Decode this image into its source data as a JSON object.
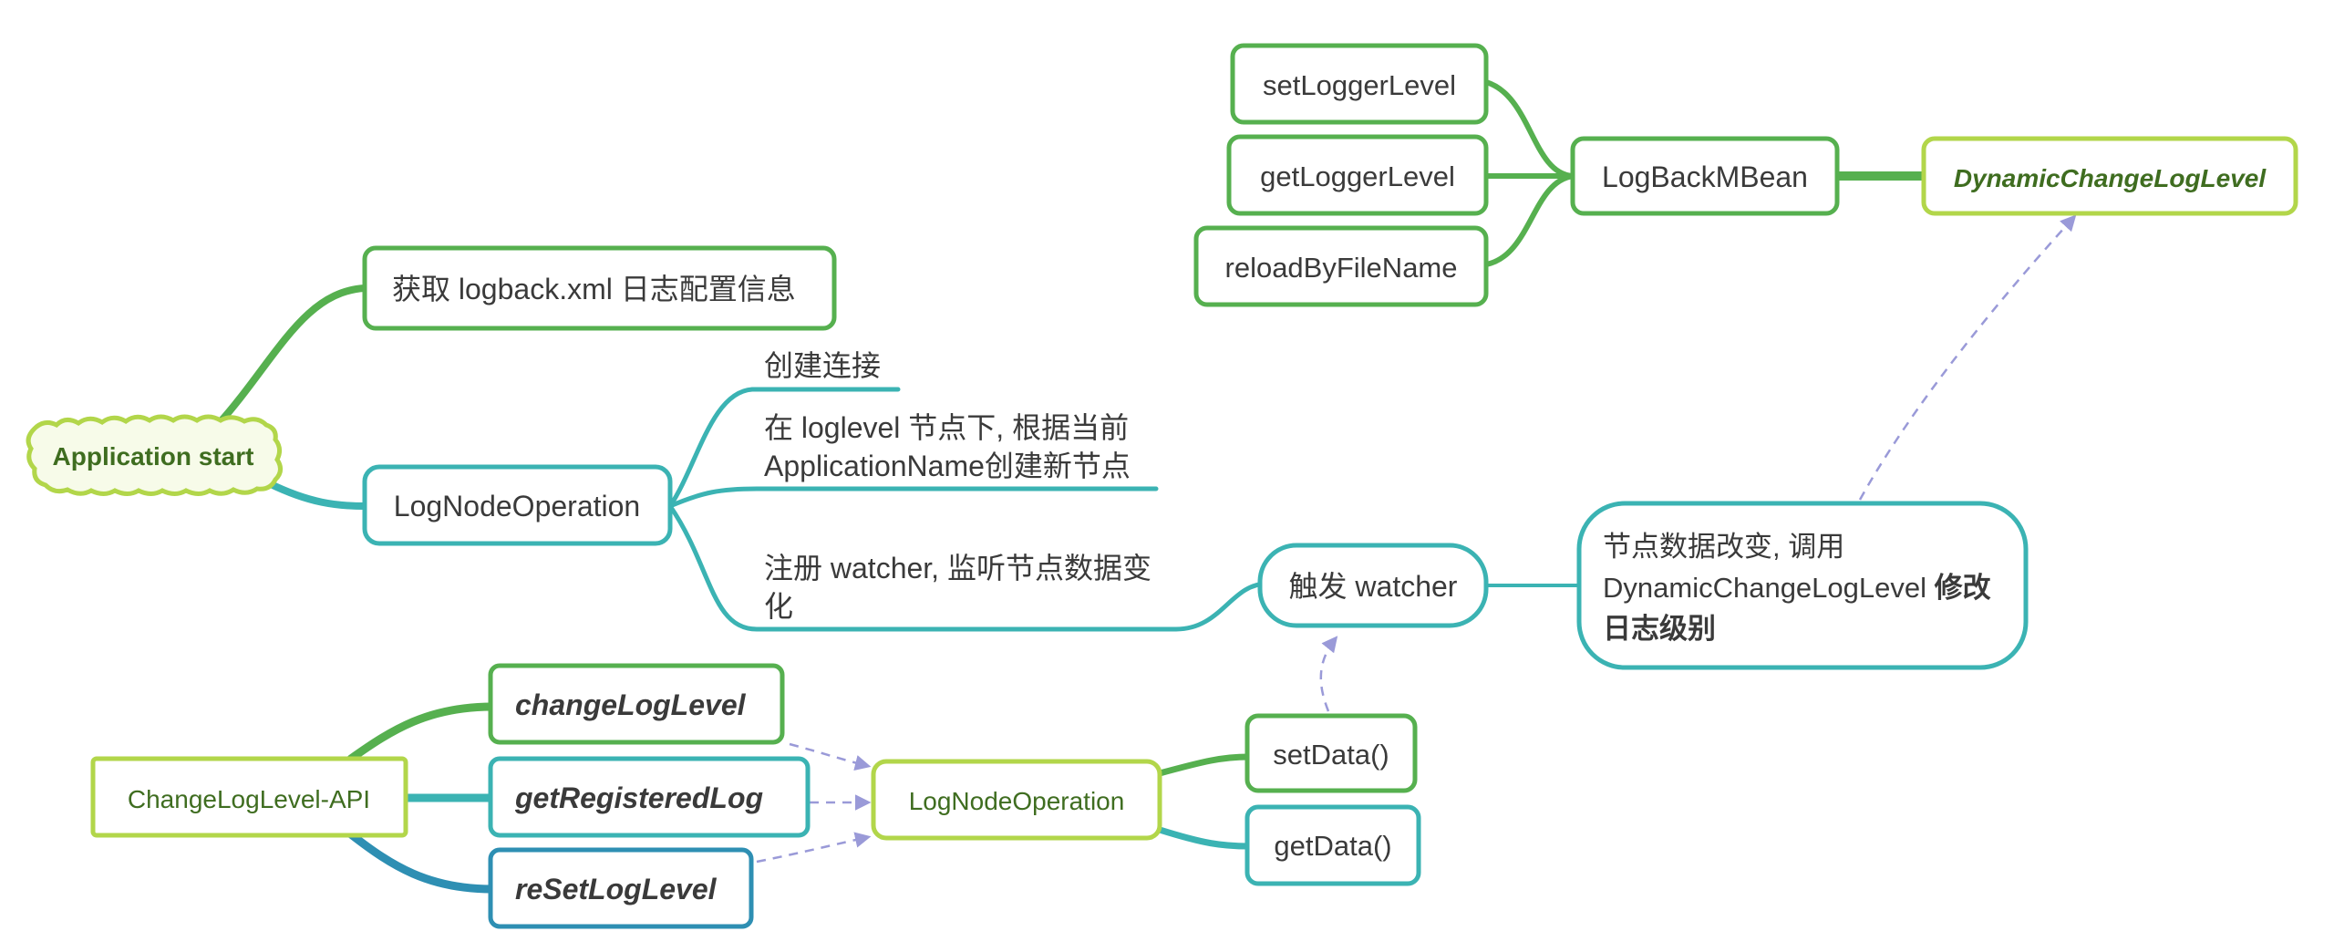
{
  "colors": {
    "green": "#56b04f",
    "teal": "#3bb3b3",
    "blue": "#2e8fb3",
    "lime": "#b2d64a",
    "lime_fill": "#f7fbe9",
    "dark_green_text": "#3f6d20",
    "arrow": "#9a9ad8",
    "text": "#3a3a3a"
  },
  "nodes": {
    "app_start": "Application start",
    "fetch_config": "获取 logback.xml 日志配置信息",
    "log_node_operation_top": "LogNodeOperation",
    "create_connection": "创建连接",
    "create_node_line1": "在 loglevel 节点下, 根据当前",
    "create_node_line2": "ApplicationName创建新节点",
    "register_watcher_line1": "注册 watcher, 监听节点数据变",
    "register_watcher_line2": "化",
    "trigger_watcher": "触发 watcher",
    "node_change_line1": "节点数据改变, 调用",
    "node_change_line2_a": "DynamicChangeLogLevel ",
    "node_change_line2_b": "修改",
    "node_change_line3": "日志级别",
    "set_logger_level": "setLoggerLevel",
    "get_logger_level": "getLoggerLevel",
    "reload_by_file_name": "reloadByFileName",
    "logback_mbean": "LogBackMBean",
    "dynamic_change": "DynamicChangeLogLevel",
    "api": "ChangeLogLevel-API",
    "change_log_level": "changeLogLevel",
    "get_registered_log": "getRegisteredLog",
    "reset_log_level": "reSetLogLevel",
    "log_node_operation_bottom": "LogNodeOperation",
    "set_data": "setData()",
    "get_data": "getData()"
  }
}
